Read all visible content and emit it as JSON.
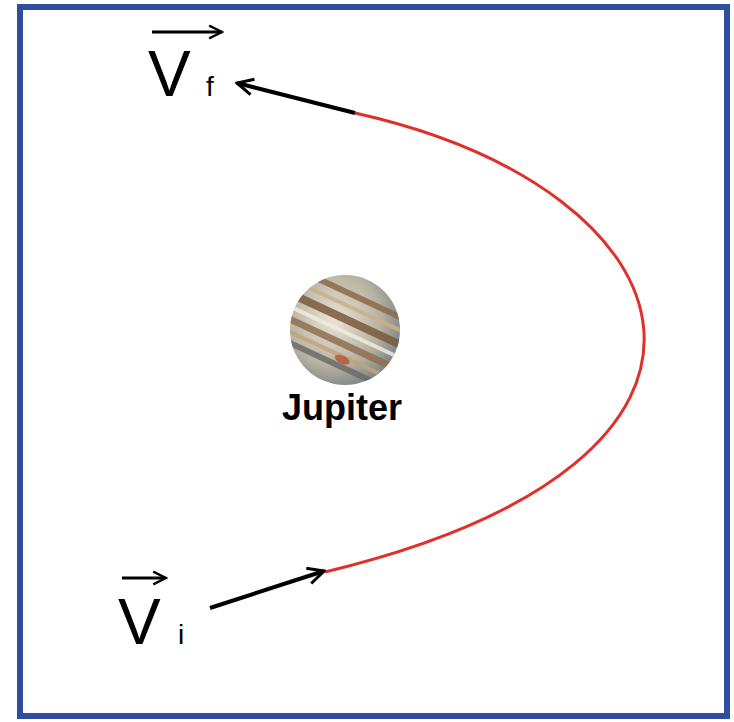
{
  "diagram": {
    "labels": [
      "V",
      "f",
      "Jupiter",
      "V",
      "i"
    ]
  }
}
